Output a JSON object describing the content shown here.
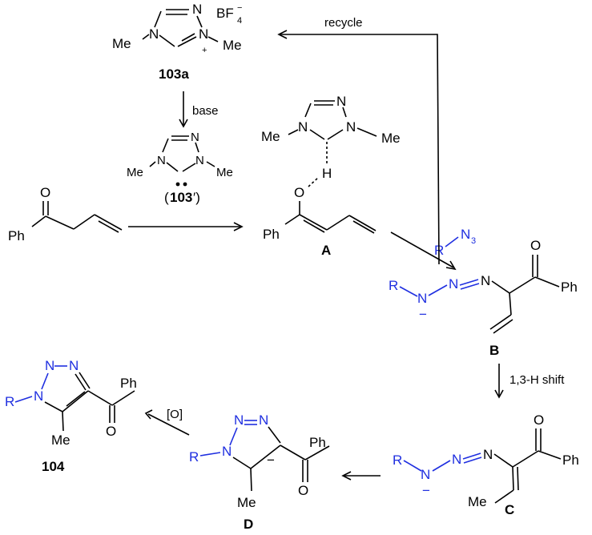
{
  "colors": {
    "black": "#000000",
    "blue": "#1f2fe0"
  },
  "labels": {
    "recycle": "recycle",
    "base": "base",
    "shift": "1,3-H shift",
    "oxidation": "[O]"
  },
  "compounds": {
    "c103a": {
      "id": "103a",
      "bf4": "BF",
      "bf4_sub": "4",
      "bf4_sup": "−",
      "plus": "+",
      "me": "Me",
      "n": "N"
    },
    "c103p": {
      "id_open": "(",
      "id": "103",
      "id_close": "′)",
      "me": "Me",
      "n": "N"
    },
    "ketone": {
      "o": "O",
      "ph": "Ph"
    },
    "A": {
      "id": "A",
      "o": "O",
      "h": "H",
      "ph": "Ph",
      "me": "Me",
      "n": "N"
    },
    "azide": {
      "r": "R",
      "n3": "N",
      "n3_sub": "3"
    },
    "B": {
      "id": "B",
      "r": "R",
      "n": "N",
      "minus": "−",
      "o": "O",
      "ph": "Ph"
    },
    "C": {
      "id": "C",
      "r": "R",
      "n": "N",
      "minus": "−",
      "o": "O",
      "ph": "Ph",
      "me": "Me"
    },
    "D": {
      "id": "D",
      "r": "R",
      "n": "N",
      "minus": "−",
      "o": "O",
      "ph": "Ph",
      "me": "Me"
    },
    "c104": {
      "id": "104",
      "r": "R",
      "n": "N",
      "o": "O",
      "ph": "Ph",
      "me": "Me"
    }
  }
}
